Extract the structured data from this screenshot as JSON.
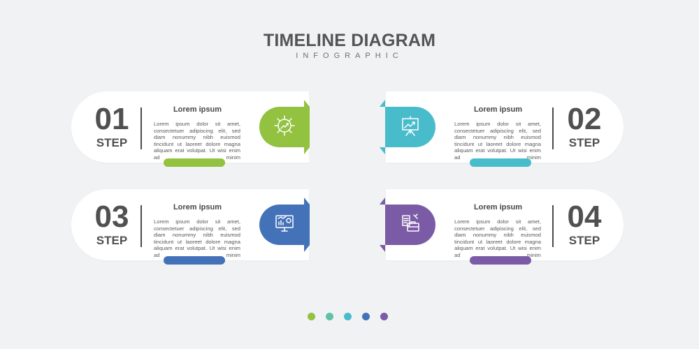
{
  "header": {
    "title": "TIMELINE DIAGRAM",
    "subtitle": "INFOGRAPHIC"
  },
  "steps": [
    {
      "number": "01",
      "step_label": "STEP",
      "title": "Lorem ipsum",
      "body": "Lorem ipsum dolor sit amet, consectetuer adipiscing elit, sed diam nonummy nibh euismod tincidunt ut laoreet dolore magna aliquam erat volutpat. Ut wisi enim ad minim",
      "color": "#93c140",
      "icon": "gear-growth-icon"
    },
    {
      "number": "02",
      "step_label": "STEP",
      "title": "Lorem ipsum",
      "body": "Lorem ipsum dolor sit amet, consectetuer adipiscing elit, sed diam nonummy nibh euismod tincidunt ut laoreet dolore magna aliquam erat volutpat. Ut wisi enim ad minim",
      "color": "#49bccc",
      "icon": "presentation-board-icon"
    },
    {
      "number": "03",
      "step_label": "STEP",
      "title": "Lorem ipsum",
      "body": "Lorem ipsum dolor sit amet, consectetuer adipiscing elit, sed diam nonummy nibh euismod tincidunt ut laoreet dolore magna aliquam erat volutpat. Ut wisi enim ad minim",
      "color": "#4472b9",
      "icon": "monitor-analytics-icon"
    },
    {
      "number": "04",
      "step_label": "STEP",
      "title": "Lorem ipsum",
      "body": "Lorem ipsum dolor sit amet, consectetuer adipiscing elit, sed diam nonummy nibh euismod tincidunt ut laoreet dolore magna aliquam erat volutpat. Ut wisi enim ad minim",
      "color": "#7b5ba6",
      "icon": "briefcase-document-icon"
    }
  ],
  "dots": [
    "#93c140",
    "#5fc2a6",
    "#49bccc",
    "#4472b9",
    "#7b5ba6"
  ]
}
